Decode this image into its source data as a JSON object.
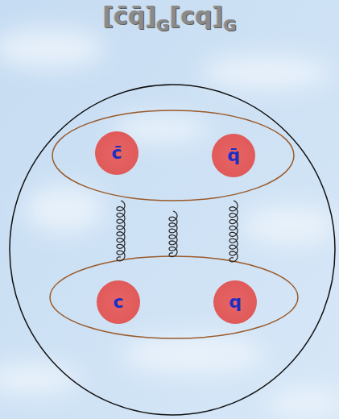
{
  "diagram": {
    "nodes": [
      {
        "text": [
          "c̄"
        ]
      },
      {
        "text": [
          "q̄"
        ]
      },
      {
        "text": [
          "c"
        ]
      },
      {
        "text": [
          "q"
        ]
      }
    ],
    "labels": [
      "[c̄q̄]",
      "G",
      "[cq]",
      "G"
    ]
  }
}
